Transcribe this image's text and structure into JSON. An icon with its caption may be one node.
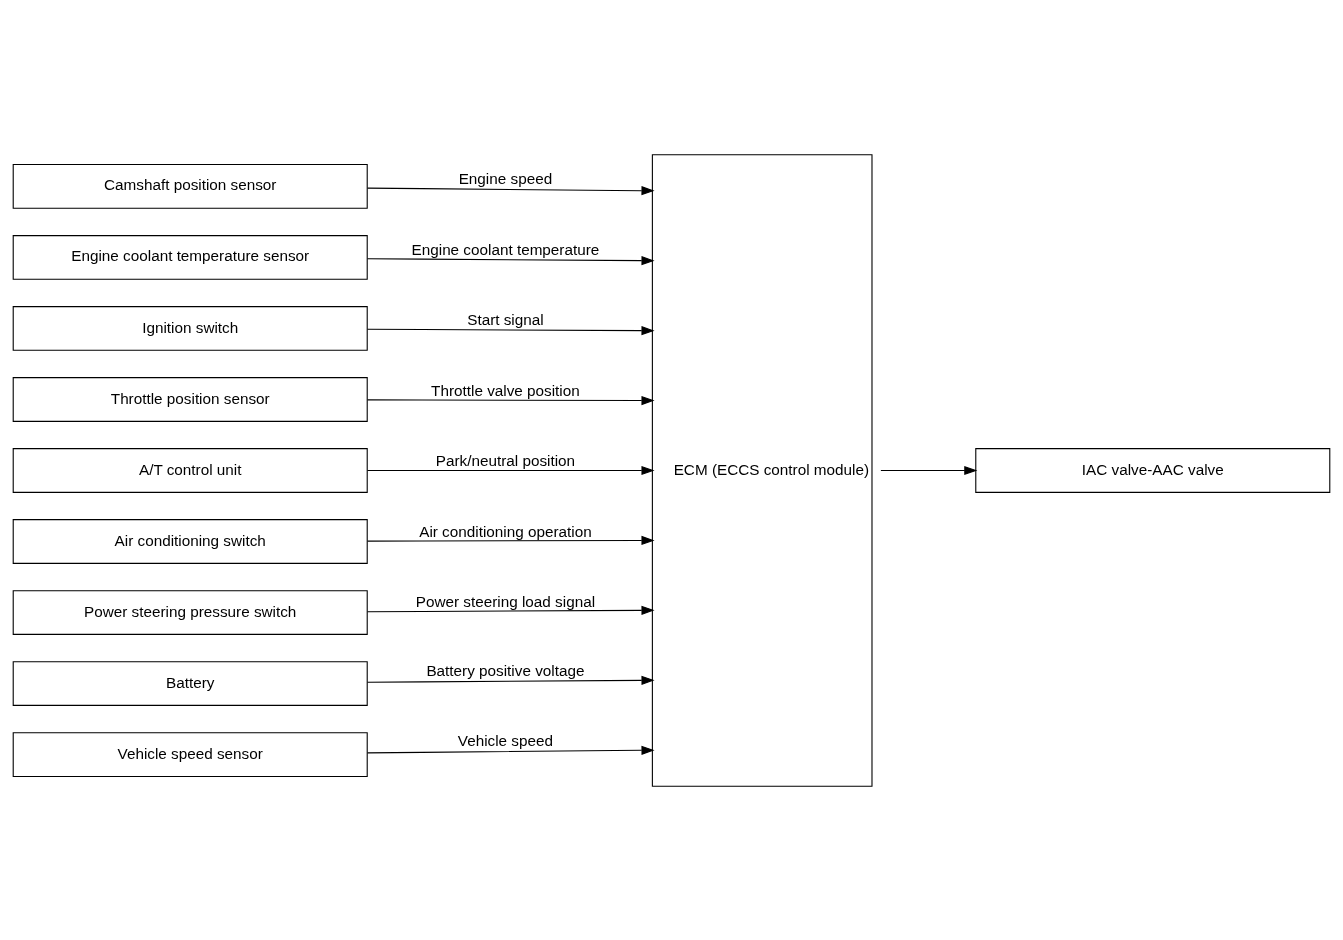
{
  "diagram": {
    "nodes": [
      {
        "text": [
          "Camshaft position sensor"
        ]
      },
      {
        "text": [
          "Engine coolant temperature sensor"
        ]
      },
      {
        "text": [
          "Ignition switch"
        ]
      },
      {
        "text": [
          "Throttle position sensor"
        ]
      },
      {
        "text": [
          "A/T control unit"
        ]
      },
      {
        "text": [
          "Air conditioning switch"
        ]
      },
      {
        "text": [
          "Power steering pressure switch"
        ]
      },
      {
        "text": [
          "Battery"
        ]
      },
      {
        "text": [
          "Vehicle speed sensor"
        ]
      },
      {
        "text": [
          "ECM (ECCS control module)"
        ]
      },
      {
        "text": [
          "IAC valve-AAC valve"
        ]
      }
    ],
    "edges": [
      {
        "from": 0,
        "to": 9,
        "arrow": "to",
        "label": "Engine speed"
      },
      {
        "from": 1,
        "to": 9,
        "arrow": "to",
        "label": "Engine coolant temperature"
      },
      {
        "from": 2,
        "to": 9,
        "arrow": "to",
        "label": "Start signal"
      },
      {
        "from": 3,
        "to": 9,
        "arrow": "to",
        "label": "Throttle valve position"
      },
      {
        "from": 4,
        "to": 9,
        "arrow": "to",
        "label": "Park/neutral position"
      },
      {
        "from": 5,
        "to": 9,
        "arrow": "to",
        "label": "Air conditioning operation"
      },
      {
        "from": 6,
        "to": 9,
        "arrow": "to",
        "label": "Power steering load signal"
      },
      {
        "from": 7,
        "to": 9,
        "arrow": "to",
        "label": "Battery positive voltage"
      },
      {
        "from": 8,
        "to": 9,
        "arrow": "to",
        "label": "Vehicle speed"
      },
      {
        "from": 9,
        "to": 10,
        "arrow": "to"
      }
    ]
  }
}
